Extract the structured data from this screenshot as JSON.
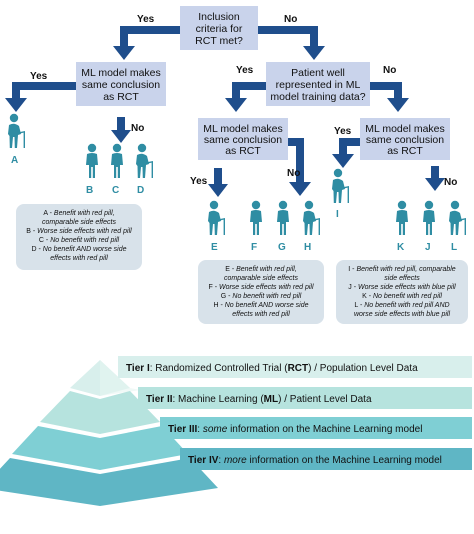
{
  "colors": {
    "question_box": "#c9d3eb",
    "arrow": "#1f4e8c",
    "person": "#2f8da3",
    "legend_box": "#d8e2ea",
    "tier1": "#d8efec",
    "tier2": "#b6e3de",
    "tier3": "#7fcfd4",
    "tier4": "#5fb6c5"
  },
  "flow": {
    "q_inclusion": [
      "Inclusion",
      "criteria for",
      "RCT met?"
    ],
    "q_ml_top": [
      "ML model makes",
      "same conclusion",
      "as RCT"
    ],
    "q_patient": [
      "Patient well",
      "represented in ML",
      "model training data?"
    ],
    "q_ml_left": [
      "ML model makes",
      "same conclusion",
      "as RCT"
    ],
    "q_ml_right": [
      "ML model makes",
      "same conclusion",
      "as RCT"
    ],
    "yes": "Yes",
    "no": "No"
  },
  "patients": {
    "A": "A",
    "B": "B",
    "C": "C",
    "D": "D",
    "E": "E",
    "F": "F",
    "G": "G",
    "H": "H",
    "I": "I",
    "J": "J",
    "K": "K",
    "L": "L"
  },
  "legends": {
    "left": [
      {
        "prefix": "A - ",
        "italic": "Benefit with red pill,"
      },
      {
        "prefix": "",
        "italic": "comparable side effects"
      },
      {
        "prefix": "B - ",
        "italic": "Worse side effects with red pill"
      },
      {
        "prefix": "C - ",
        "italic": "No benefit with red pill"
      },
      {
        "prefix": "D - ",
        "italic": "No benefit AND worse side"
      },
      {
        "prefix": "",
        "italic": "effects with red pill"
      }
    ],
    "middle": [
      {
        "prefix": "E - ",
        "italic": "Benefit with red pill,"
      },
      {
        "prefix": "",
        "italic": "comparable side effects"
      },
      {
        "prefix": "F - ",
        "italic": "Worse side effects with red pill"
      },
      {
        "prefix": "G - ",
        "italic": "No benefit with red pill"
      },
      {
        "prefix": "H - ",
        "italic": "No benefit AND worse side"
      },
      {
        "prefix": "",
        "italic": "effects with red pill"
      }
    ],
    "right": [
      {
        "prefix": "I - ",
        "italic": "Benefit with red pill, comparable"
      },
      {
        "prefix": "",
        "italic": "side effects"
      },
      {
        "prefix": "J - ",
        "italic": "Worse side effects with blue pill"
      },
      {
        "prefix": "K - ",
        "italic": "No benefit with red pill"
      },
      {
        "prefix": "L - ",
        "italic": "No benefit with red pill AND"
      },
      {
        "prefix": "",
        "italic": "worse side effects with blue pill"
      }
    ]
  },
  "tiers": [
    {
      "bold": "Tier I",
      "parts": [
        {
          "t": ": Randomized Controlled Trial (",
          "s": "n"
        },
        {
          "t": "RCT",
          "s": "b"
        },
        {
          "t": ") / Population Level Data",
          "s": "n"
        }
      ]
    },
    {
      "bold": "Tier II",
      "parts": [
        {
          "t": ": Machine Learning (",
          "s": "n"
        },
        {
          "t": "ML",
          "s": "b"
        },
        {
          "t": ") / Patient Level Data",
          "s": "n"
        }
      ]
    },
    {
      "bold": "Tier III",
      "parts": [
        {
          "t": ": ",
          "s": "n"
        },
        {
          "t": "some",
          "s": "i"
        },
        {
          "t": " information on the Machine Learning model",
          "s": "n"
        }
      ]
    },
    {
      "bold": "Tier IV",
      "parts": [
        {
          "t": ": ",
          "s": "n"
        },
        {
          "t": "more",
          "s": "i"
        },
        {
          "t": " information on the Machine Learning model",
          "s": "n"
        }
      ]
    }
  ]
}
